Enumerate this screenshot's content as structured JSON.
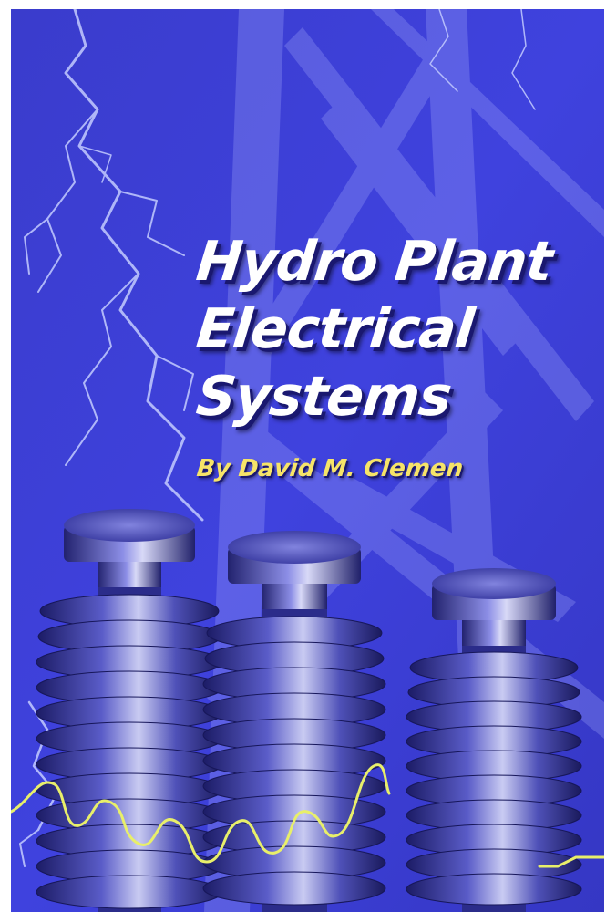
{
  "cover": {
    "title_lines": [
      "Hydro Plant",
      "Electrical",
      "Systems"
    ],
    "author": "By David M. Clemen"
  },
  "colors": {
    "background": "#3d3fd8",
    "title": "#ffffff",
    "author": "#f6e468",
    "waveform": "#e8ef6a",
    "lightning": "#b9c2ff"
  },
  "illustration": {
    "elements": [
      "lightning-bolts",
      "transmission-tower",
      "insulators",
      "waveform"
    ],
    "insulator_count": 3
  }
}
